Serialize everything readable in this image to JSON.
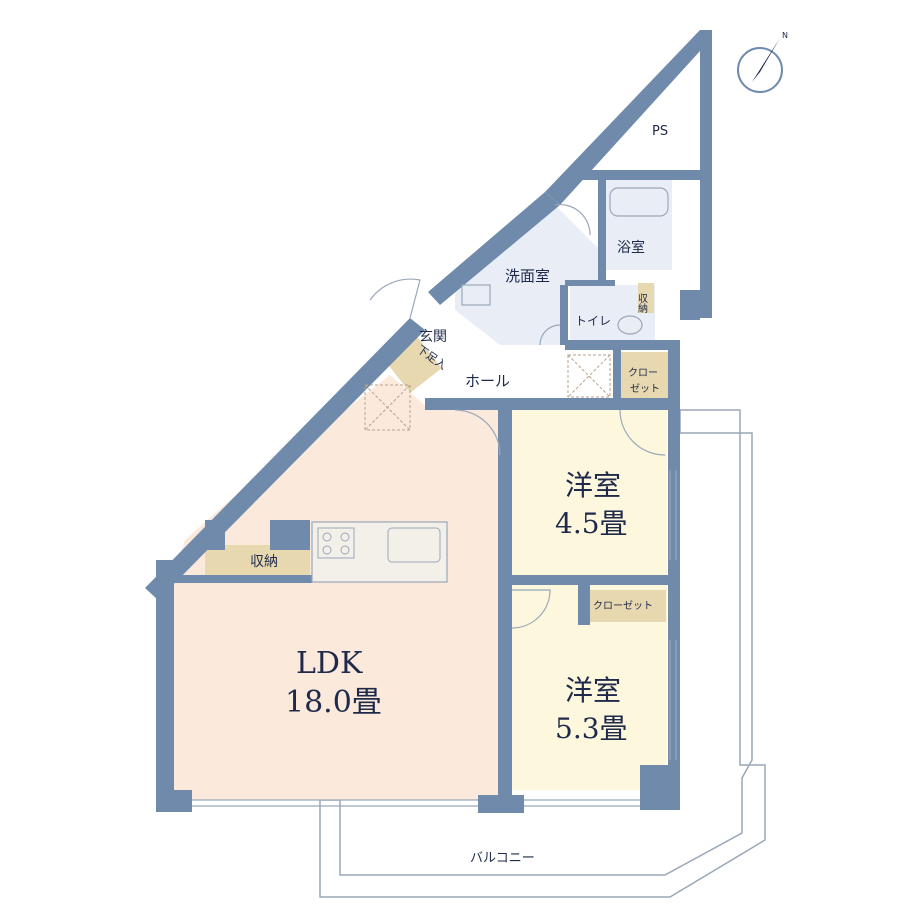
{
  "colors": {
    "wall": "#6f8aab",
    "ldk_floor": "#fbe9dc",
    "bedroom_floor": "#fdf7dd",
    "wet_floor": "#e9eef6",
    "storage_floor": "#e7d8b0",
    "stroke": "#9aa7b8",
    "text": "#1f2a4a"
  },
  "compass": {
    "icon": "north-compass-icon",
    "label": "N"
  },
  "rooms": {
    "ps": "PS",
    "bath": "浴室",
    "storage_small": "収納",
    "washroom": "洗面室",
    "toilet": "トイレ",
    "entrance": "玄関",
    "shoe_box": "下足入",
    "hall": "ホール",
    "closet1_line1": "クロー",
    "closet1_line2": "ゼット",
    "bedroom1_name": "洋室",
    "bedroom1_size": "4.5畳",
    "storage_ldk": "収納",
    "ldk_name": "LDK",
    "ldk_size": "18.0畳",
    "closet2": "クローゼット",
    "bedroom2_name": "洋室",
    "bedroom2_size": "5.3畳",
    "balcony": "バルコニー"
  }
}
